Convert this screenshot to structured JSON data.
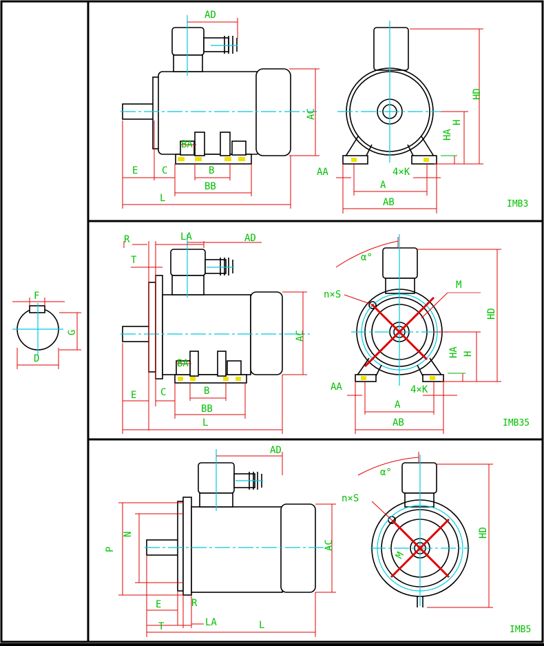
{
  "shaft_section": {
    "labels": {
      "f": "F",
      "g": "G",
      "d": "D"
    }
  },
  "panels": [
    {
      "id": "imb3",
      "tag": "IMB3",
      "side_labels": {
        "ad": "AD",
        "ac": "AC",
        "ba": "BA",
        "e": "E",
        "c": "C",
        "b": "B",
        "bb": "BB",
        "l": "L"
      },
      "end_labels": {
        "hd": "HD",
        "h": "H",
        "ha": "HA",
        "aa": "AA",
        "k": "4×K",
        "a": "A",
        "ab": "AB"
      }
    },
    {
      "id": "imb35",
      "tag": "IMB35",
      "side_labels": {
        "r": "R",
        "la": "LA",
        "ad": "AD",
        "t": "T",
        "ac": "AC",
        "ba": "BA",
        "e": "E",
        "c": "C",
        "b": "B",
        "bb": "BB",
        "l": "L"
      },
      "end_labels": {
        "alpha": "α°",
        "m": "M",
        "ns": "n×S",
        "hd": "HD",
        "h": "H",
        "ha": "HA",
        "aa": "AA",
        "k": "4×K",
        "a": "A",
        "ab": "AB"
      }
    },
    {
      "id": "imb5",
      "tag": "IMB5",
      "side_labels": {
        "ad": "AD",
        "p": "P",
        "n": "N",
        "ac": "AC",
        "e": "E",
        "r": "R",
        "t": "T",
        "la": "LA",
        "l": "L"
      },
      "end_labels": {
        "alpha": "α°",
        "ns": "n×S",
        "m": "M",
        "hd": "HD"
      }
    }
  ]
}
